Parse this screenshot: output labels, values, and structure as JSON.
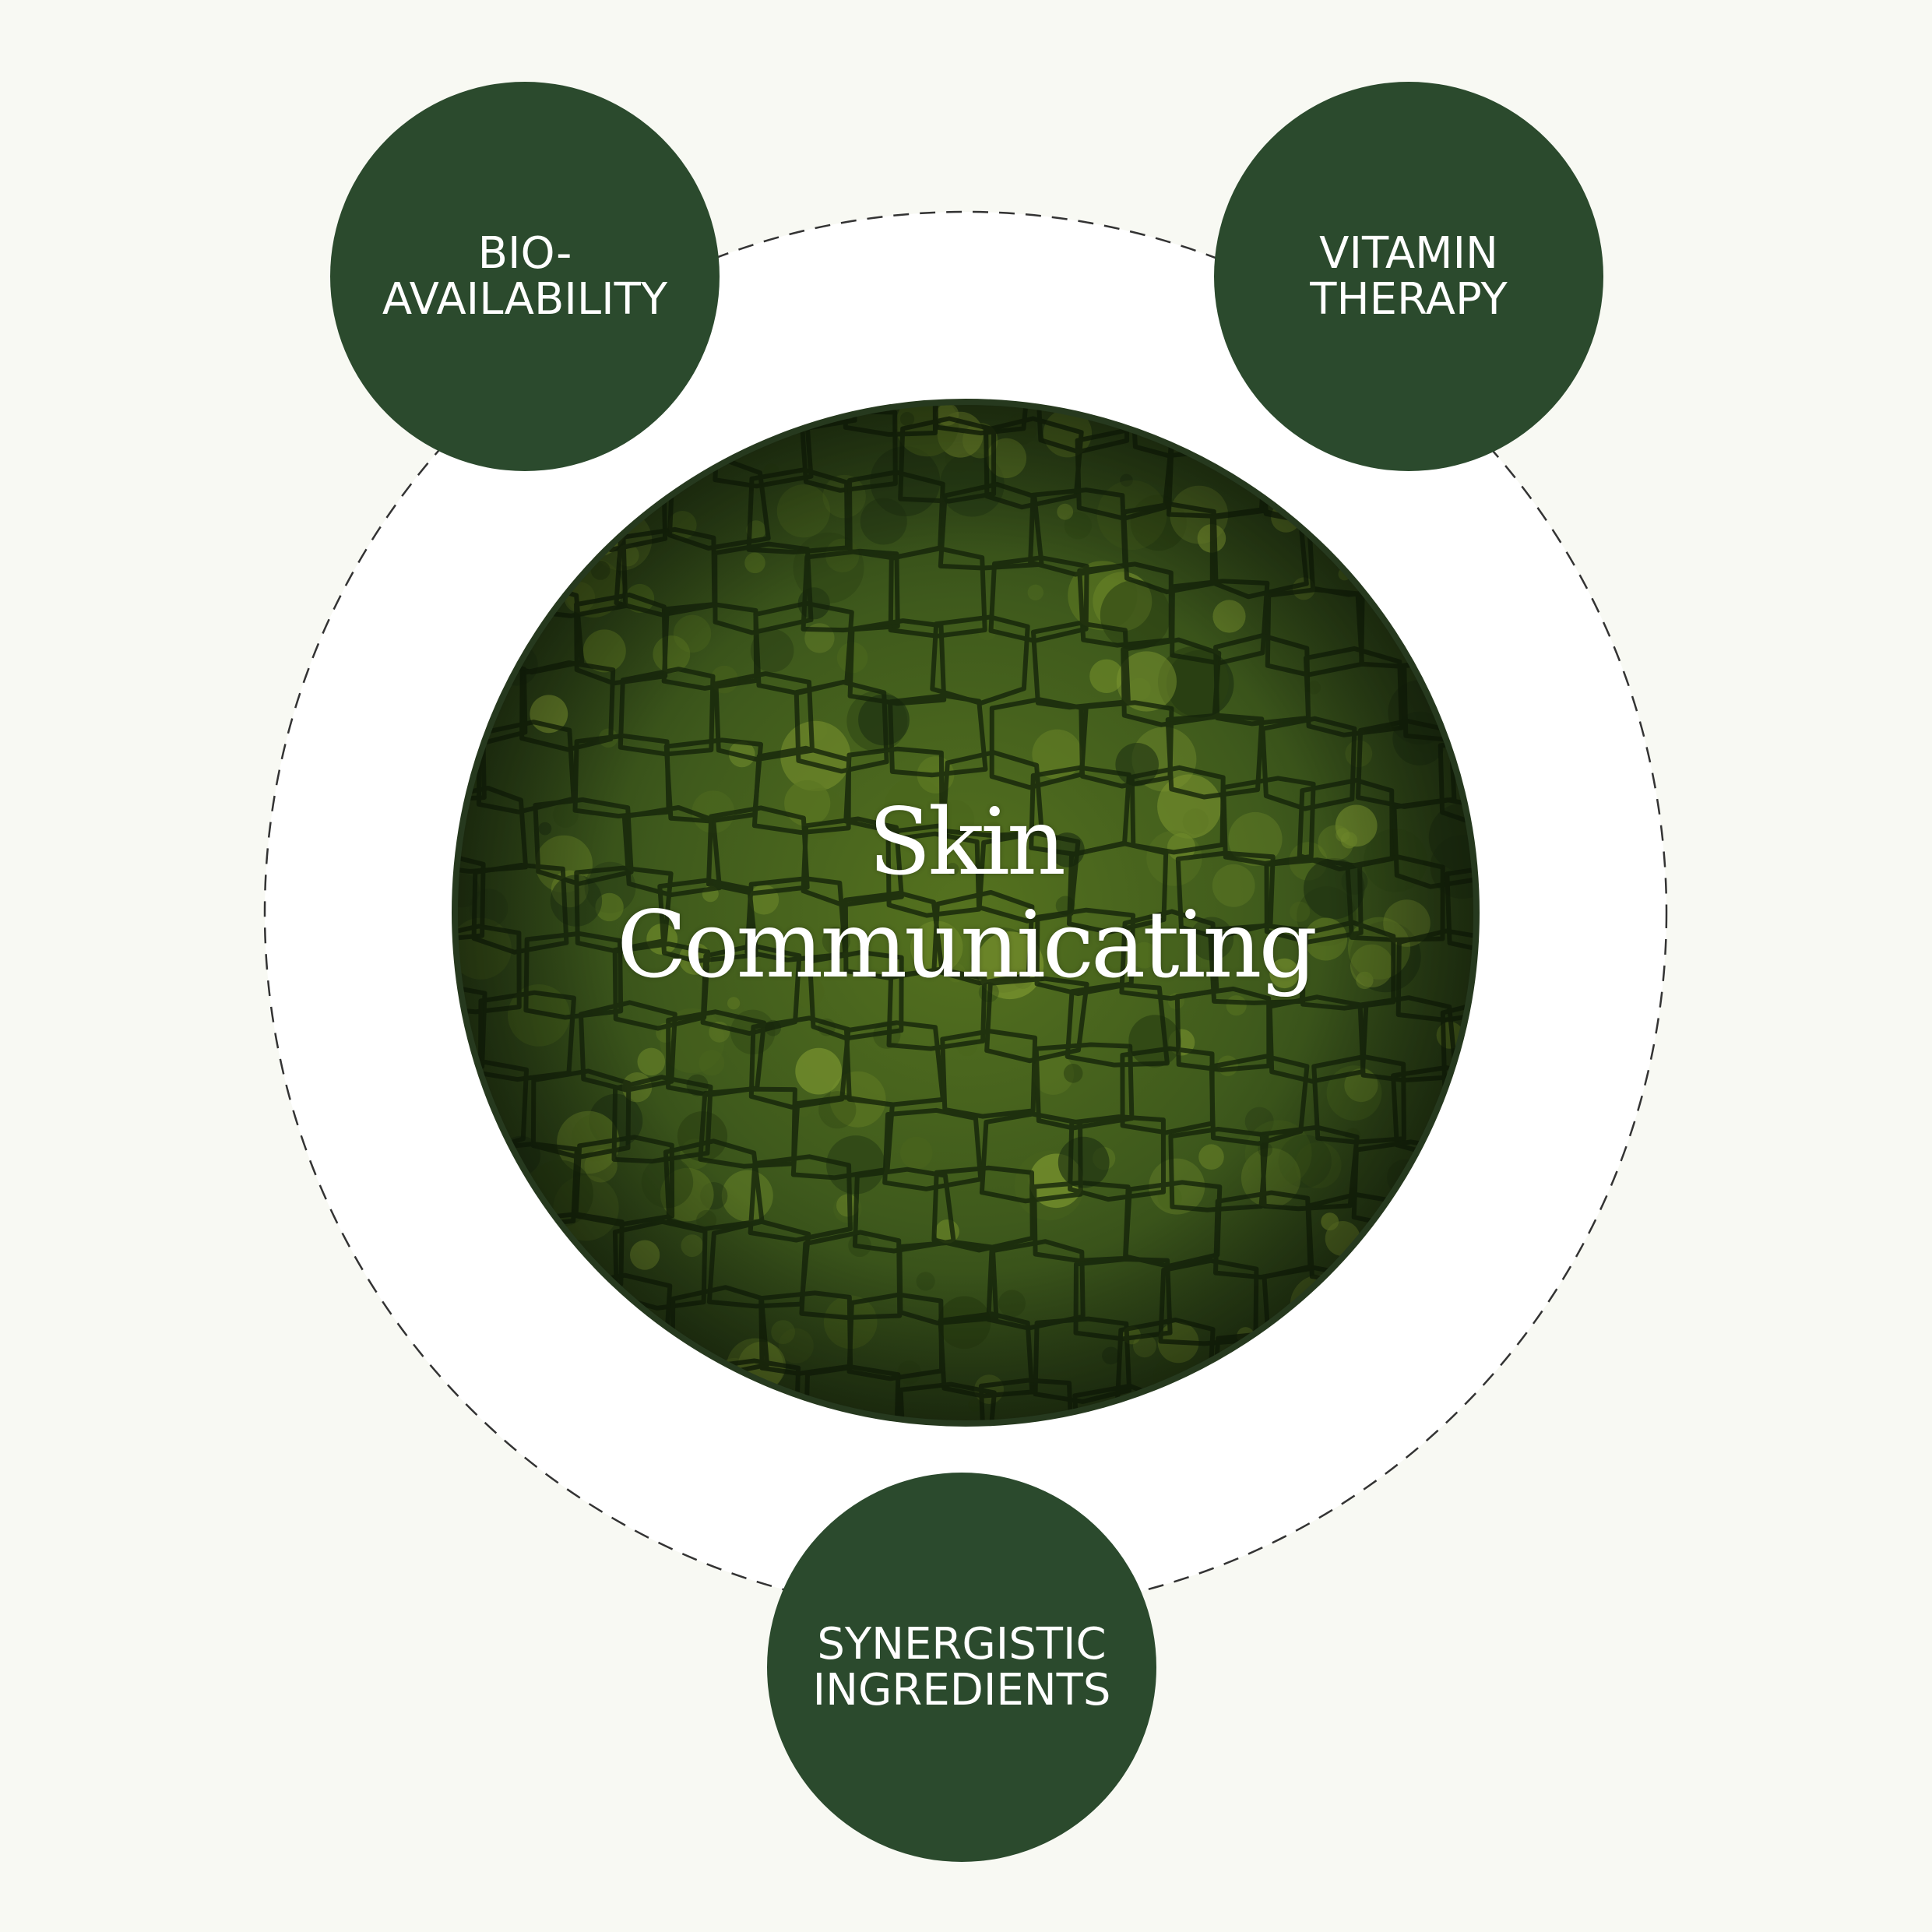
{
  "colors": {
    "background": "#f8f9f3",
    "ring_fill": "#ffffff",
    "node_fill": "#2b4a2d",
    "center_dark": "#1f3212",
    "center_mid": "#3f5a1c",
    "center_light": "#6f8a2a",
    "dashed_line": "#333333",
    "text": "#ffffff"
  },
  "center": {
    "title": "Skin\nCommunicating",
    "texture": "green plant cell micrograph"
  },
  "nodes": {
    "bioavailability": {
      "label": "BIO-\nAVAILABILITY"
    },
    "vitamin_therapy": {
      "label": "VITAMIN\nTHERAPY"
    },
    "synergistic": {
      "label": "SYNERGISTIC\nINGREDIENTS"
    }
  }
}
